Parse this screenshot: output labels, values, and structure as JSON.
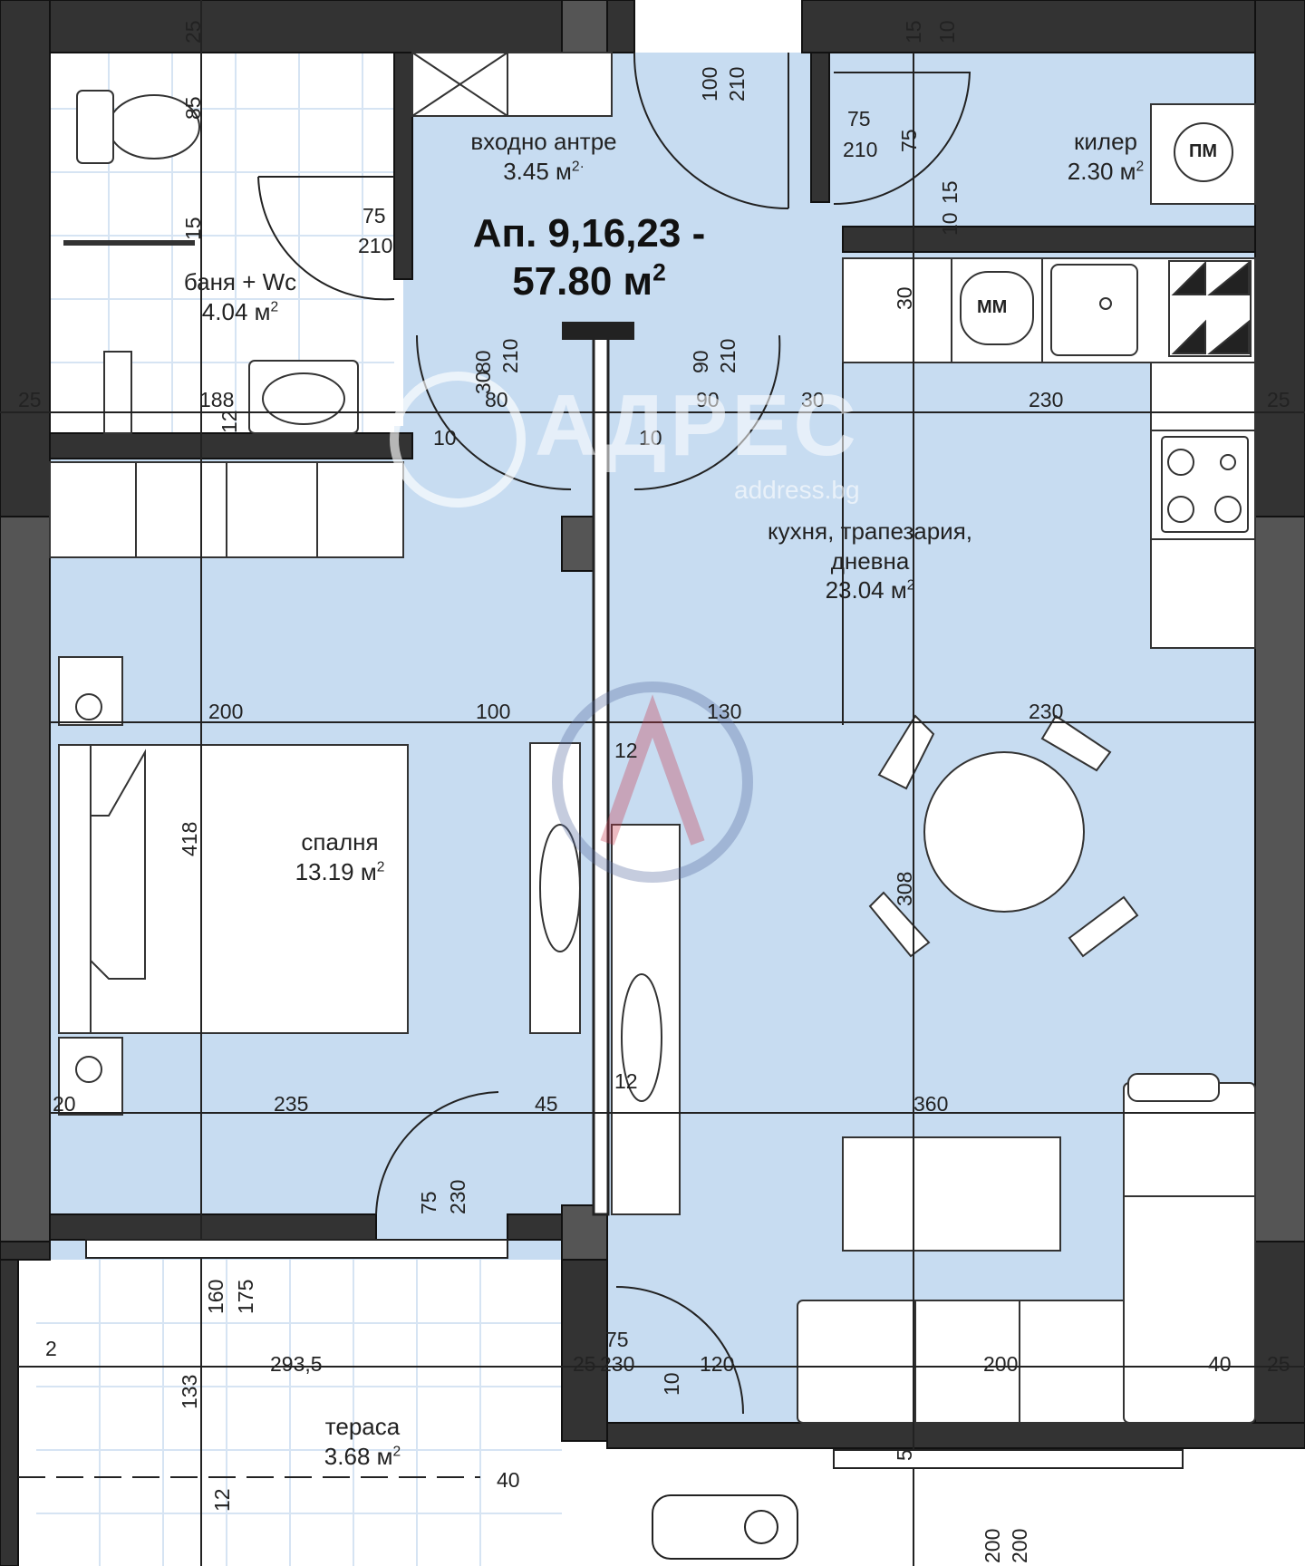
{
  "title": {
    "line1": "Ап. 9,16,23 -",
    "line2": "57.80 м",
    "sup": "2"
  },
  "rooms": {
    "entrance": {
      "name": "входно антре",
      "area": "3.45 м",
      "sup": "2·"
    },
    "storage": {
      "name": "килер",
      "area": "2.30 м",
      "sup": "2"
    },
    "bathroom": {
      "name": "баня + Wc",
      "area": "4.04 м",
      "sup": "2"
    },
    "living": {
      "name1": "кухня, трапезария,",
      "name2": "дневна",
      "area": "23.04 м",
      "sup": "2"
    },
    "bedroom": {
      "name": "спалня",
      "area": "13.19 м",
      "sup": "2"
    },
    "terrace": {
      "name": "тераса",
      "area": "3.68 м",
      "sup": "2"
    }
  },
  "appliances": {
    "storage_meter": "ПМ",
    "kitchen_dishwasher": "ММ"
  },
  "dimensions": {
    "h_line_1": [
      "25",
      "188",
      "80",
      "90",
      "30",
      "230",
      "25"
    ],
    "h_line_2": [
      "200",
      "100",
      "130",
      "230"
    ],
    "h_line_3": [
      "20",
      "235",
      "45",
      "360"
    ],
    "h_line_4": [
      "2",
      "293,5",
      "25",
      "120",
      "200",
      "40",
      "25"
    ],
    "door_labels": [
      {
        "w": "75",
        "h": "210"
      },
      {
        "w": "100",
        "h": "210"
      },
      {
        "w": "75",
        "h": "210"
      },
      {
        "w": "80",
        "h": "210"
      },
      {
        "w": "90",
        "h": "210"
      },
      {
        "w": "75",
        "h": "230"
      },
      {
        "w": "75",
        "h": "230"
      }
    ],
    "misc": [
      "25",
      "10",
      "85",
      "15",
      "75",
      "15",
      "15",
      "10",
      "30",
      "12",
      "10",
      "10",
      "418",
      "308",
      "12",
      "12",
      "160",
      "175",
      "133",
      "12",
      "40",
      "5",
      "10",
      "200",
      "200",
      "30"
    ]
  },
  "watermark": {
    "brand": "АДРЕС",
    "url": "address.bg"
  }
}
